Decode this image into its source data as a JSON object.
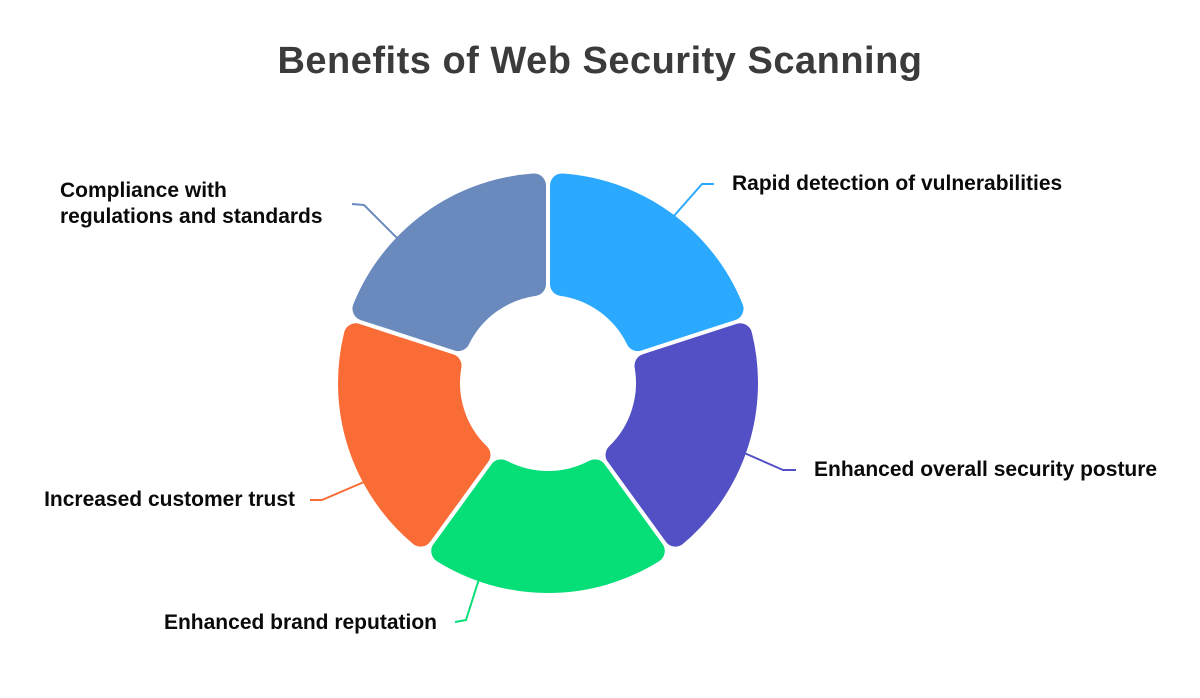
{
  "title": {
    "text": "Benefits of Web Security Scanning",
    "color": "#3b3b3b"
  },
  "chart_data": {
    "type": "pie",
    "subtype": "donut-infographic",
    "title": "Benefits of Web Security Scanning",
    "legend_position": "callout-labels",
    "label_color": "#0a0a0a",
    "segments": [
      {
        "label": "Rapid detection of vulnerabilities",
        "value": 20,
        "color": "#2AA9FE"
      },
      {
        "label": "Enhanced overall security posture",
        "value": 20,
        "color": "#5250C4"
      },
      {
        "label": "Enhanced brand reputation",
        "value": 20,
        "color": "#06DE78"
      },
      {
        "label": "Increased customer trust",
        "value": 20,
        "color": "#FA6C36"
      },
      {
        "label": "Compliance with regulations and standards",
        "value": 20,
        "color": "#6A8ABE",
        "label_lines": [
          "Compliance with",
          "regulations and standards"
        ]
      }
    ]
  }
}
